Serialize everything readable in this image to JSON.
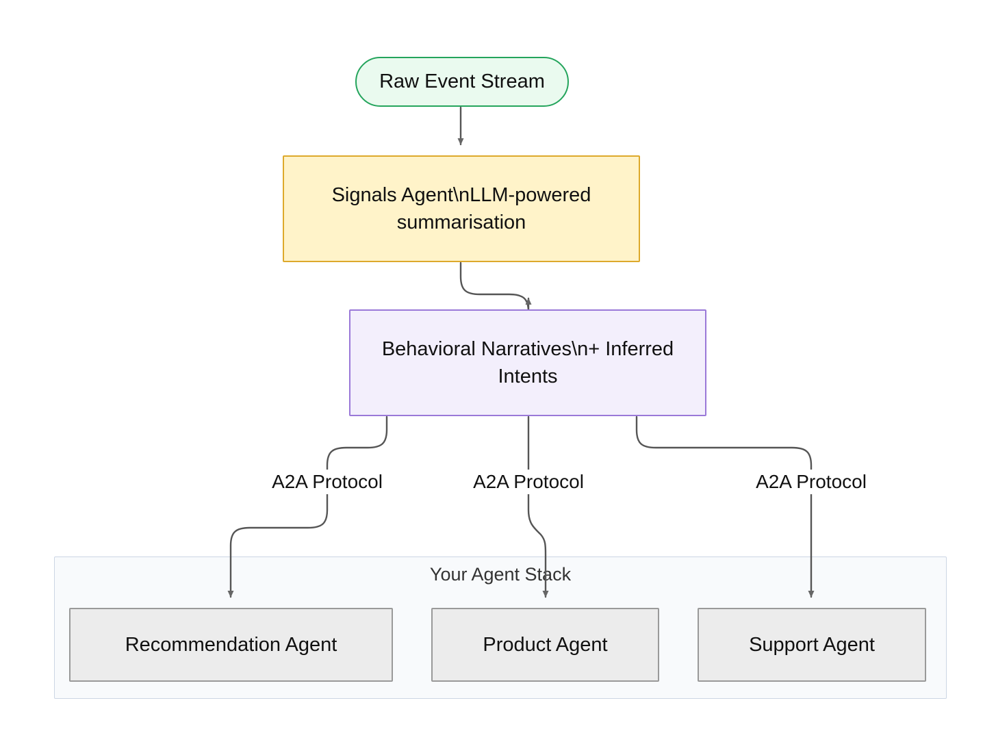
{
  "diagram": {
    "type": "flowchart",
    "direction": "top-down",
    "background_color": "#ffffff",
    "edge_color": "#555555",
    "nodes": [
      {
        "id": "raw-event-stream",
        "label": "Raw Event Stream",
        "shape": "stadium",
        "fill": "#eafaef",
        "stroke": "#24a45c"
      },
      {
        "id": "signals-agent",
        "label": "Signals Agent\\nLLM-powered summarisation",
        "shape": "rect",
        "fill": "#fff3c9",
        "stroke": "#dda92b"
      },
      {
        "id": "behavioral-narratives",
        "label": "Behavioral Narratives\\n+ Inferred Intents",
        "shape": "rect",
        "fill": "#f3effc",
        "stroke": "#9a78d8"
      },
      {
        "id": "recommendation-agent",
        "label": "Recommendation Agent",
        "shape": "rect",
        "fill": "#ececec",
        "stroke": "#999999"
      },
      {
        "id": "product-agent",
        "label": "Product Agent",
        "shape": "rect",
        "fill": "#ececec",
        "stroke": "#999999"
      },
      {
        "id": "support-agent",
        "label": "Support Agent",
        "shape": "rect",
        "fill": "#ececec",
        "stroke": "#999999"
      }
    ],
    "subgraph": {
      "id": "your-agent-stack",
      "title": "Your Agent Stack",
      "fill": "#f8fafc",
      "stroke": "#ccd6e4",
      "members": [
        "recommendation-agent",
        "product-agent",
        "support-agent"
      ]
    },
    "edges": [
      {
        "from": "raw-event-stream",
        "to": "signals-agent",
        "label": ""
      },
      {
        "from": "signals-agent",
        "to": "behavioral-narratives",
        "label": ""
      },
      {
        "from": "behavioral-narratives",
        "to": "recommendation-agent",
        "label": "A2A Protocol"
      },
      {
        "from": "behavioral-narratives",
        "to": "product-agent",
        "label": "A2A Protocol"
      },
      {
        "from": "behavioral-narratives",
        "to": "support-agent",
        "label": "A2A Protocol"
      }
    ]
  }
}
